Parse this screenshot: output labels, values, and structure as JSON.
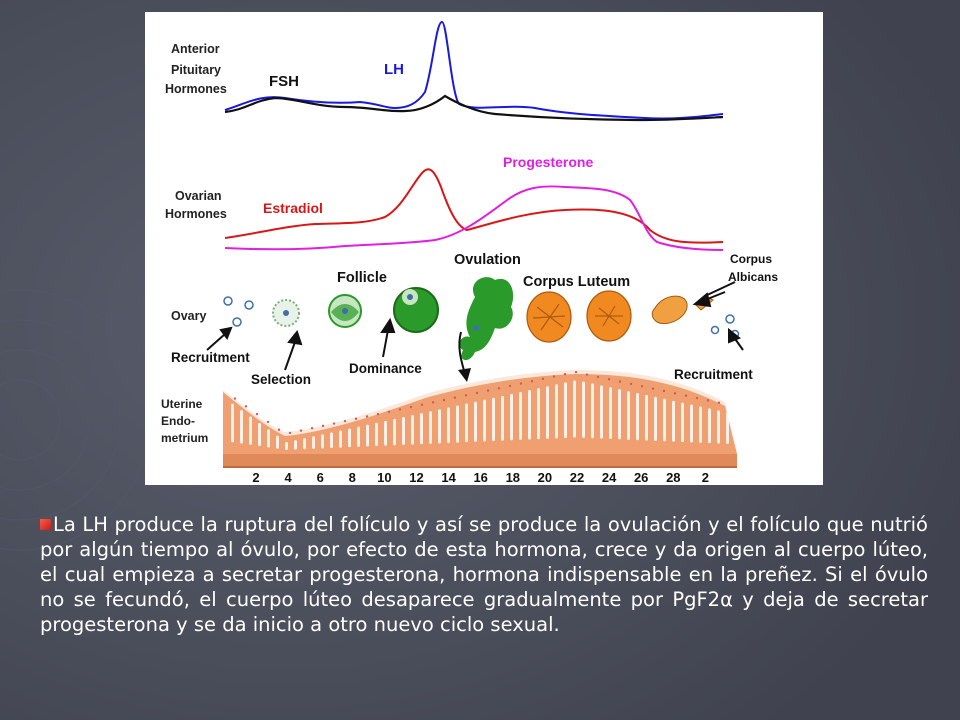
{
  "figure": {
    "labels": {
      "anterior_pituitary": [
        "Anterior",
        "Pituitary",
        "Hormones"
      ],
      "fsh": "FSH",
      "lh": "LH",
      "ovarian": [
        "Ovarian",
        "Hormones"
      ],
      "estradiol": "Estradiol",
      "progesterone": "Progesterone",
      "ovulation": "Ovulation",
      "follicle": "Follicle",
      "corpus_luteum": "Corpus Luteum",
      "corpus_albicans": [
        "Corpus",
        "Albicans"
      ],
      "ovary": "Ovary",
      "recruitment_left": "Recruitment",
      "selection": "Selection",
      "dominance": "Dominance",
      "recruitment_right": "Recruitment",
      "uterine": [
        "Uterine",
        "Endo-",
        "metrium"
      ]
    },
    "day_ticks": [
      "2",
      "4",
      "6",
      "8",
      "10",
      "12",
      "14",
      "16",
      "18",
      "20",
      "22",
      "24",
      "26",
      "28",
      "2"
    ],
    "colors": {
      "lh": "#1a1adc",
      "fsh": "#111111",
      "estradiol": "#d81818",
      "progesterone": "#e020e0",
      "follicle_green": "#2a9a2a",
      "luteum_orange": "#f08a20",
      "endometrium": "#f0a070"
    }
  },
  "caption": {
    "text": "La LH produce la ruptura del folículo y así se produce la ovulación y el folículo que nutrió por algún tiempo al óvulo, por efecto de esta hormona, crece y da origen al cuerpo lúteo, el cual empieza a secretar progesterona, hormona indispensable en la preñez. Si el óvulo no se fecundó, el cuerpo lúteo desaparece gradualmente por PgF2α y deja de secretar progesterona y se da inicio a otro nuevo ciclo sexual."
  }
}
